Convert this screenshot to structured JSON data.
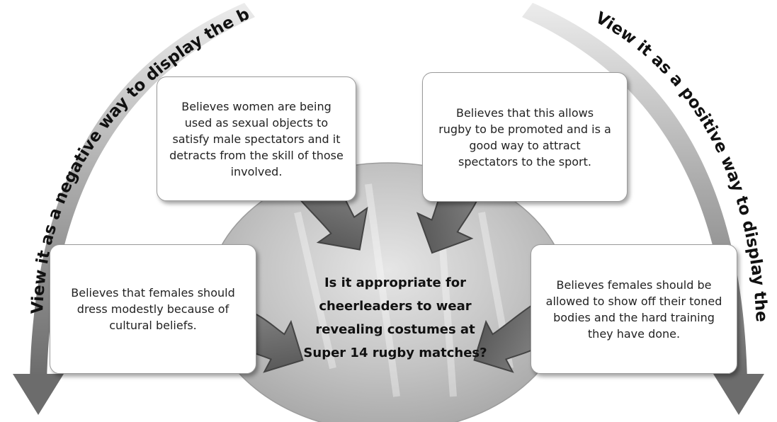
{
  "center_question": "Is it appropriate for cheerleaders to wear revealing costumes at Super 14 rugby matches?",
  "left_arc_label": "View it as a negative way to display the body",
  "right_arc_label": "View it as a positive way to display the body",
  "boxes": {
    "top_left": "Believes women are being used as sexual objects to satisfy male spectators and it detracts from the skill of those involved.",
    "top_right": "Believes that this allows rugby to be promoted and is a good way to attract spectators to the sport.",
    "bottom_left": "Believes that females should dress modestly because of cultural beliefs.",
    "bottom_right": "Believes females should be allowed to show off their toned bodies and the hard training they have done."
  },
  "colors": {
    "arc_light": "#d8d8d8",
    "arc_dark": "#7a7a7a",
    "arrow_fill": "#6e6e6e",
    "ellipse": "#c9c9c9"
  }
}
